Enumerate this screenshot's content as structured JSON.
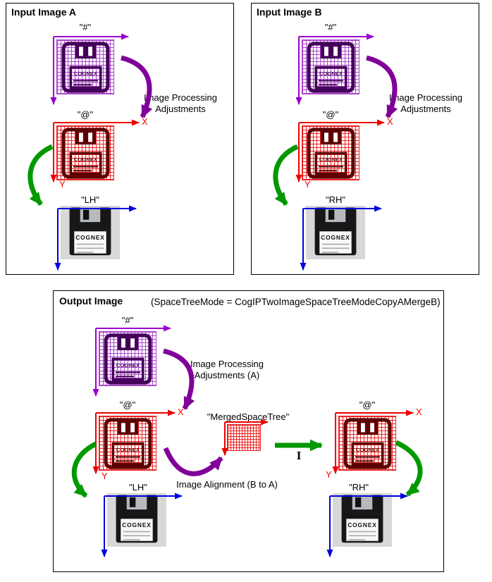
{
  "common": {
    "cognex_brand": "COGNEX",
    "hash_label": "\"#\"",
    "at_label": "\"@\"",
    "x_axis_label": "X",
    "y_axis_label": "Y",
    "lh_label": "\"LH\"",
    "rh_label": "\"RH\"",
    "adjust_line1": "Image Processing",
    "adjust_line2": "Adjustments"
  },
  "panel_a": {
    "title": "Input Image A"
  },
  "panel_b": {
    "title": "Input Image B"
  },
  "output_panel": {
    "title": "Output Image",
    "subtitle": "(SpaceTreeMode = CogIPTwoImageSpaceTreeModeCopyAMergeB)",
    "adjust_line1": "Image Processing",
    "adjust_line2": "Adjustments (A)",
    "merged_label": "\"MergedSpaceTree\"",
    "alignment_label": "Image Alignment (B to A)",
    "identity_label": "I"
  },
  "colors": {
    "grid_purple": "#AA44CC",
    "glyph_purple": "#44005A",
    "grid_red": "#EE2222",
    "glyph_red": "#5E0000",
    "axis_purple": "#9900CC",
    "axis_red": "#EE0000",
    "axis_blue": "#0000DD",
    "arrow_purple": "#800099",
    "arrow_green": "#009900"
  }
}
